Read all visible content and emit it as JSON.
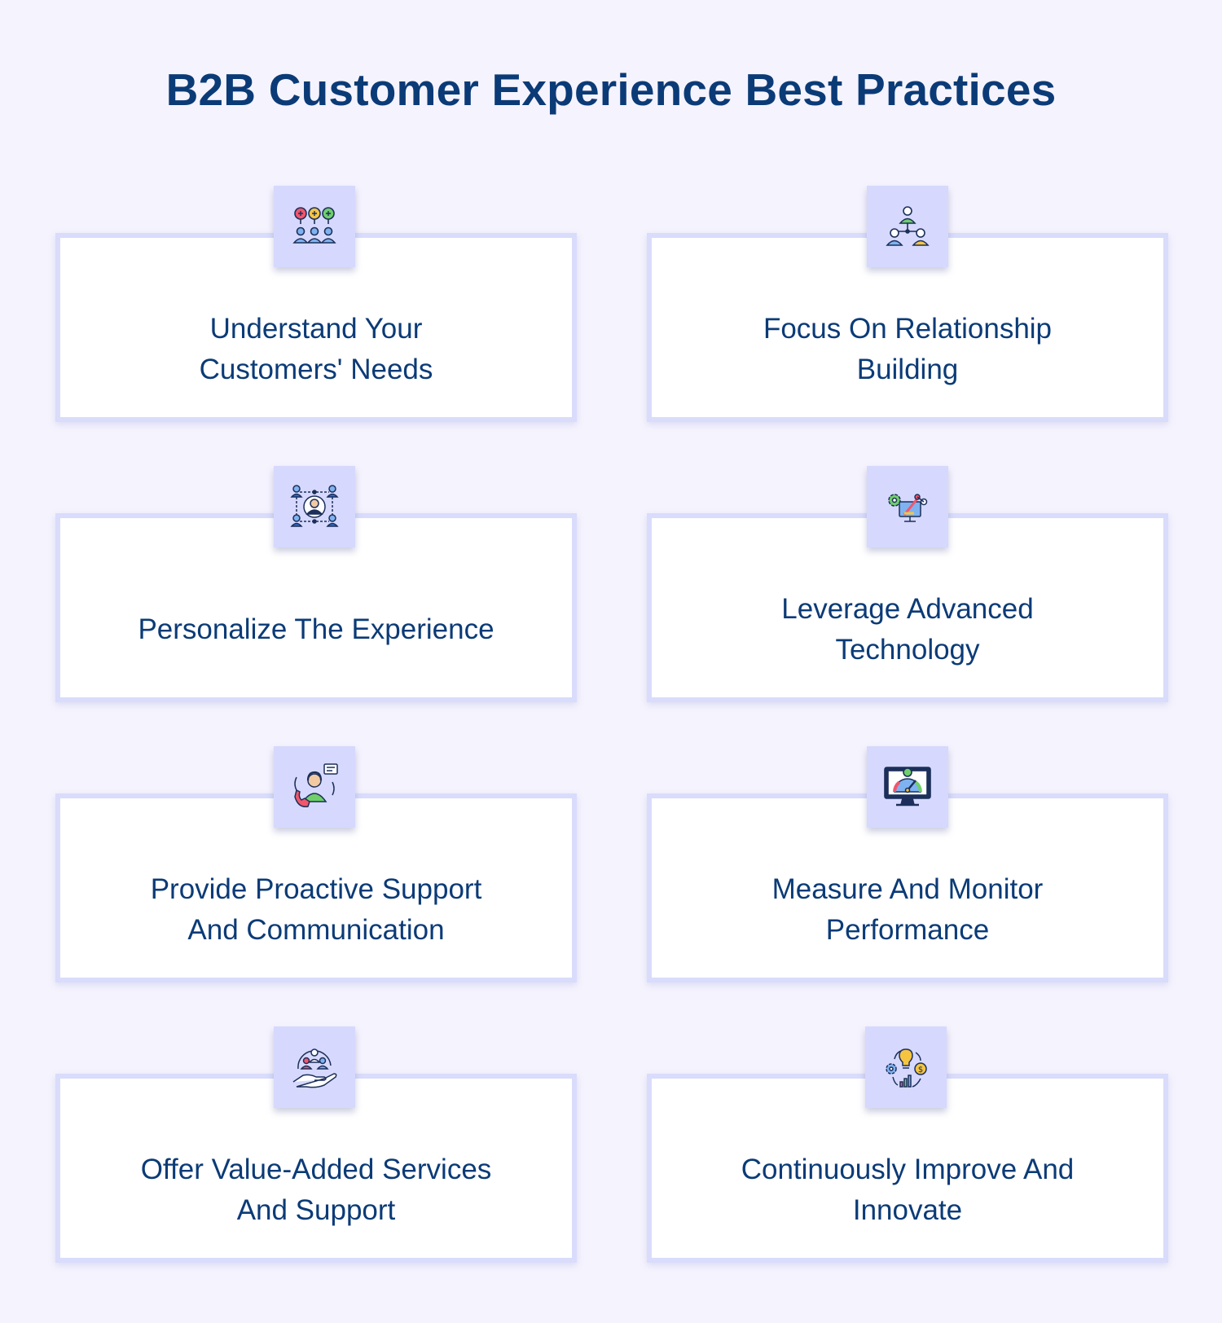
{
  "title": "B2B Customer Experience Best Practices",
  "colors": {
    "background": "#f5f3fd",
    "title": "#0b3b77",
    "card_border": "#d9dcfb",
    "badge": "#d6d9fd"
  },
  "cards": [
    {
      "line1": "Understand Your",
      "line2": "Customers' Needs",
      "icon": "customer-needs-icon"
    },
    {
      "line1": "Focus On Relationship",
      "line2": "Building",
      "icon": "relationship-network-icon"
    },
    {
      "line1": "Personalize The Experience",
      "line2": "",
      "icon": "personalization-network-icon"
    },
    {
      "line1": "Leverage Advanced",
      "line2": "Technology",
      "icon": "advanced-technology-icon"
    },
    {
      "line1": "Provide Proactive Support",
      "line2": "And Communication",
      "icon": "customer-support-icon"
    },
    {
      "line1": "Measure And Monitor",
      "line2": "Performance",
      "icon": "performance-monitor-icon"
    },
    {
      "line1": "Offer Value-Added Services",
      "line2": "And Support",
      "icon": "value-services-icon"
    },
    {
      "line1": "Continuously Improve And",
      "line2": "Innovate",
      "icon": "innovation-cycle-icon"
    }
  ]
}
